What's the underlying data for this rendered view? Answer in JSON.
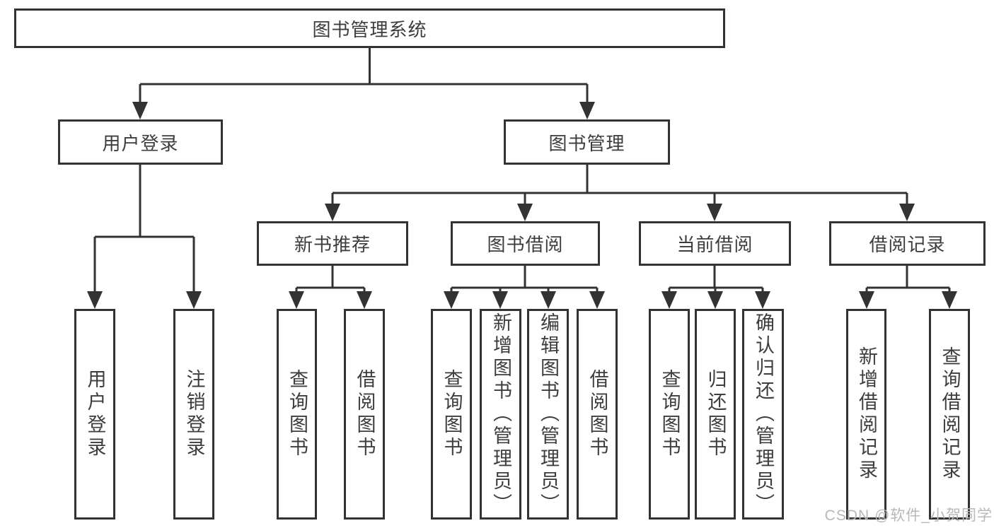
{
  "diagram": {
    "root": {
      "label": "图书管理系统"
    },
    "branches": [
      {
        "label": "用户登录",
        "leaves": [
          "用户登录",
          "注销登录"
        ]
      },
      {
        "label": "图书管理",
        "groups": [
          {
            "label": "新书推荐",
            "leaves": [
              "查询图书",
              "借阅图书"
            ]
          },
          {
            "label": "图书借阅",
            "leaves": [
              "查询图书",
              "新增图书（管理员）",
              "编辑图书（管理员）",
              "借阅图书"
            ]
          },
          {
            "label": "当前借阅",
            "leaves": [
              "查询图书",
              "归还图书",
              "确认归还（管理员）"
            ]
          },
          {
            "label": "借阅记录",
            "leaves": [
              "新增借阅记录",
              "查询借阅记录"
            ]
          }
        ]
      }
    ]
  },
  "watermark": {
    "text": "CSDN @软件_小贺同学"
  },
  "colors": {
    "line": "#333333",
    "text": "#3d3d3d",
    "watermark": "#b8b8b8",
    "background": "#ffffff"
  }
}
